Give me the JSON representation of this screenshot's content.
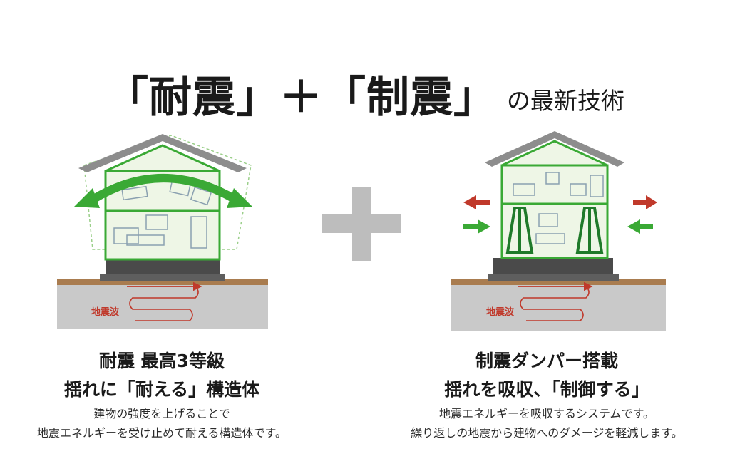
{
  "headline": {
    "main": "「耐震」＋「制震」",
    "suffix": "の最新技術"
  },
  "left_panel": {
    "title_line1": "耐震  最高3等級",
    "title_line2": "揺れに「耐える」構造体",
    "desc_line1": "建物の強度を上げることで",
    "desc_line2": "地震エネルギーを受け止めて耐える構造体です。",
    "wave_label": "地震波"
  },
  "right_panel": {
    "title_line1": "制震ダンパー搭載",
    "title_line2": "揺れを吸収、「制御する」",
    "desc_line1": "地震エネルギーを吸収するシステムです。",
    "desc_line2": "繰り返しの地震から建物へのダメージを軽減します。",
    "wave_label": "地震波"
  },
  "colors": {
    "green": "#3aa935",
    "red": "#c0392b",
    "plus": "#bdbdbd",
    "ground": "#c9c9c9",
    "soil": "#a97c4f",
    "foundation": "#4a4a4a",
    "roof": "#8d8d8d",
    "wall": "#eef6e6"
  },
  "icons": {
    "plus": "plus-icon",
    "arrow_swing": "double-curved-arrow-icon",
    "arrow_left": "arrow-left-icon",
    "arrow_right": "arrow-right-icon"
  }
}
